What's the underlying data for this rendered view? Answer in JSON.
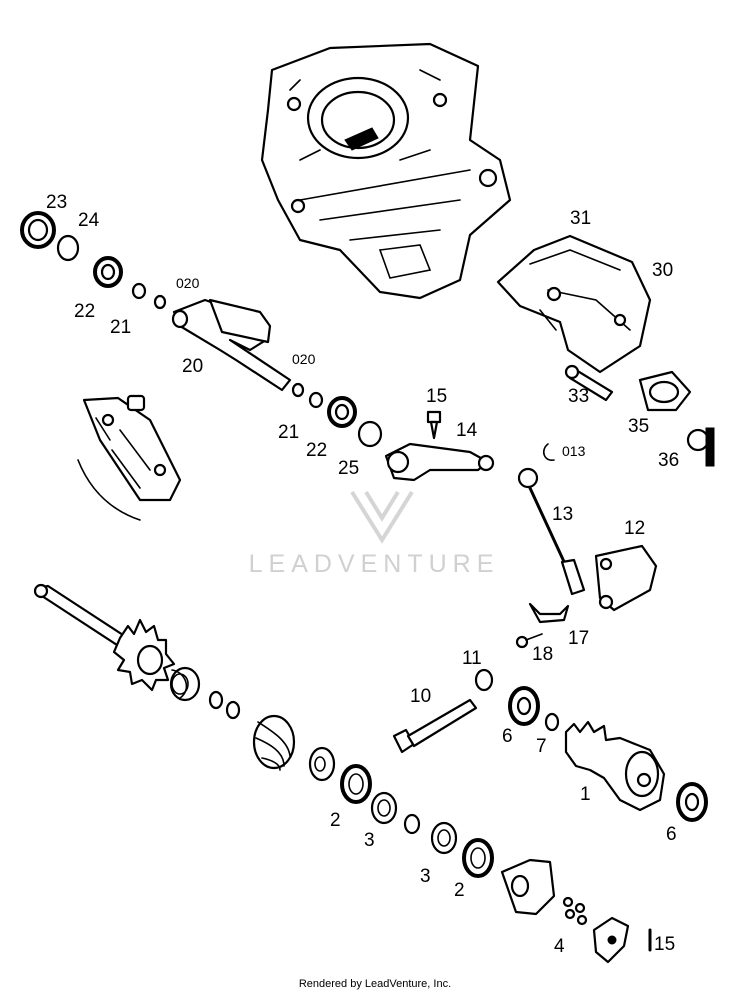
{
  "watermark": {
    "brand": "LEADVENTURE"
  },
  "credit": "Rendered by LeadVenture, Inc.",
  "callouts": {
    "c23": "23",
    "c24": "24",
    "c22a": "22",
    "c21a": "21",
    "c020a": "020",
    "c20": "20",
    "c020b": "020",
    "c21b": "21",
    "c22b": "22",
    "c25": "25",
    "c15a": "15",
    "c14": "14",
    "c31": "31",
    "c30": "30",
    "c33": "33",
    "c35": "35",
    "c36": "36",
    "c013": "013",
    "c13": "13",
    "c12": "12",
    "c17": "17",
    "c18": "18",
    "c11": "11",
    "c10": "10",
    "c6a": "6",
    "c7": "7",
    "c1": "1",
    "c6b": "6",
    "c2a": "2",
    "c3a": "3",
    "c3b": "3",
    "c2b": "2",
    "c4": "4",
    "c15b": "15"
  }
}
